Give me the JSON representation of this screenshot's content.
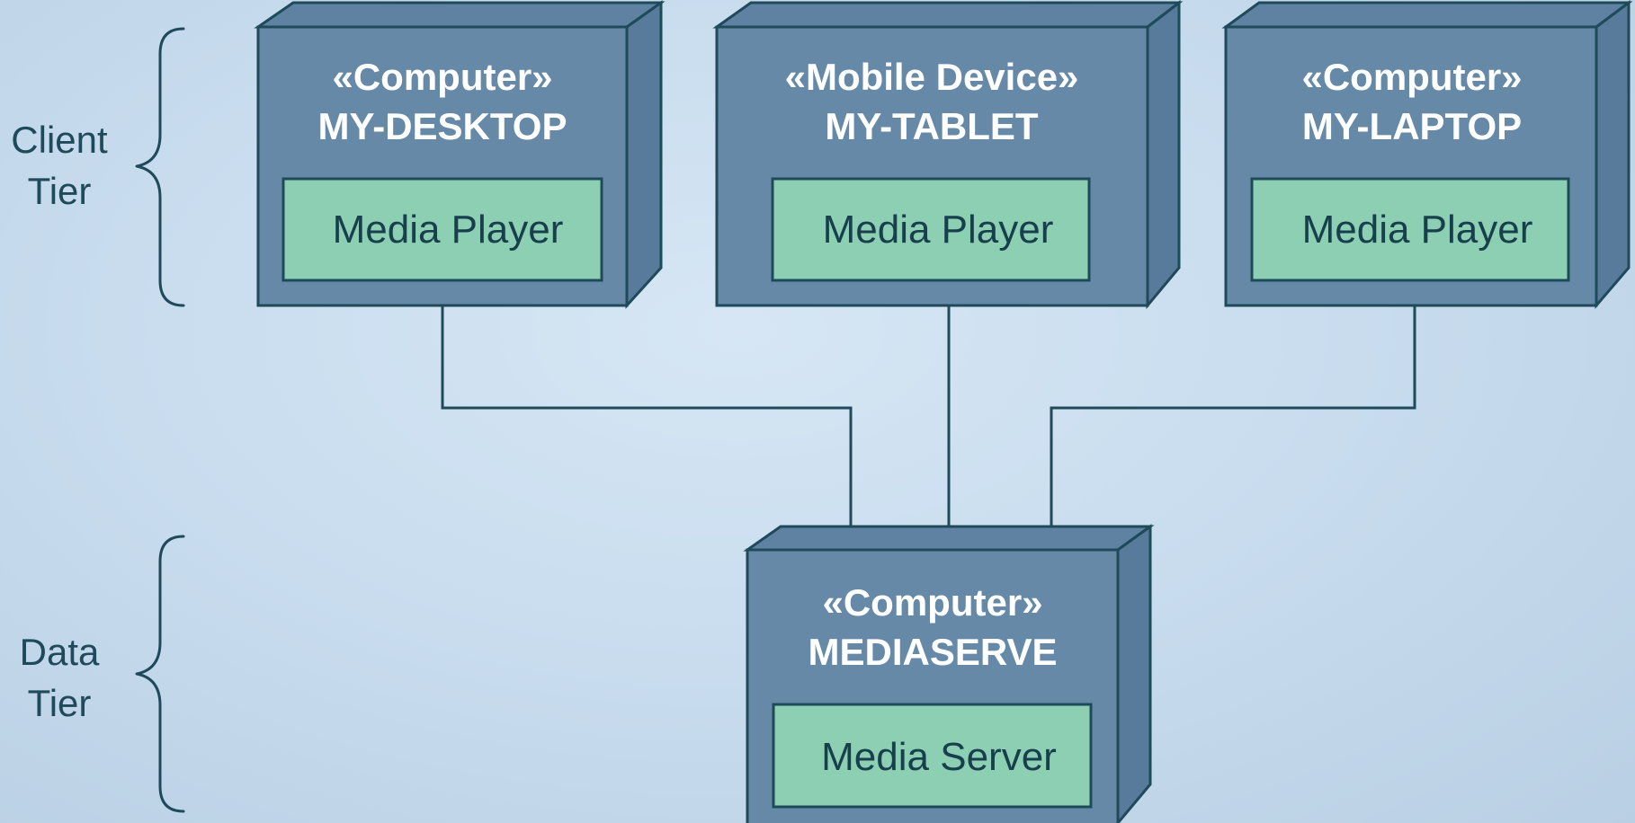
{
  "colors": {
    "background": "#c9ddef",
    "node_fill": "#6689a8",
    "component_fill": "#8ccfb2",
    "line": "#1e4a5a",
    "node_text": "#ffffff"
  },
  "tiers": {
    "client": {
      "line1": "Client",
      "line2": "Tier"
    },
    "data": {
      "line1": "Data",
      "line2": "Tier"
    }
  },
  "nodes": {
    "desktop": {
      "stereotype": "«Computer»",
      "name": "MY-DESKTOP",
      "component": "Media Player"
    },
    "tablet": {
      "stereotype": "«Mobile Device»",
      "name": "MY-TABLET",
      "component": "Media Player"
    },
    "laptop": {
      "stereotype": "«Computer»",
      "name": "MY-LAPTOP",
      "component": "Media Player"
    },
    "server": {
      "stereotype": "«Computer»",
      "name": "MEDIASERVE",
      "component": "Media Server"
    }
  }
}
